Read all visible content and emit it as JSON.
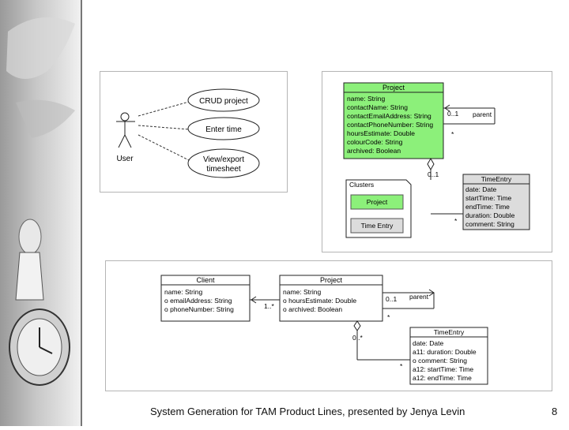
{
  "use_case_diagram": {
    "actor": "User",
    "use_cases": [
      "CRUD project",
      "Enter time",
      "View/export",
      "timesheet"
    ]
  },
  "class_diagram_top": {
    "project": {
      "title": "Project",
      "attributes": [
        "name: String",
        "contactName: String",
        "contactEmailAddress: String",
        "contactPhoneNumber: String",
        "hoursEstimate: Double",
        "colourCode: String",
        "archived: Boolean"
      ]
    },
    "self_assoc": {
      "multiplicity_parent": "0..1",
      "role": "parent",
      "multiplicity_child": "*"
    },
    "below_multiplicity": "0..1",
    "clusters": {
      "title": "Clusters",
      "items": [
        "Project",
        "Time Entry"
      ]
    },
    "time_entry": {
      "title": "TimeEntry",
      "attributes": [
        "date: Date",
        "startTime: Time",
        "endTime: Time",
        "duration: Double",
        "comment: String"
      ]
    },
    "time_entry_multiplicity": "*"
  },
  "class_diagram_bottom": {
    "client": {
      "title": "Client",
      "attributes": [
        "name: String",
        "o emailAddress: String",
        "o phoneNumber: String"
      ]
    },
    "client_project_multiplicity": "1..*",
    "project": {
      "title": "Project",
      "attributes": [
        "name: String",
        "o hoursEstimate: Double",
        "o archived: Boolean"
      ]
    },
    "self_assoc": {
      "multiplicity_parent": "0..1",
      "role": "parent",
      "multiplicity_child": "*"
    },
    "below_multiplicity": "0..*",
    "time_entry": {
      "title": "TimeEntry",
      "attributes": [
        "date: Date",
        "a11: duration: Double",
        "o comment: String",
        "a12: startTime: Time",
        "a12: endTime: Time"
      ]
    },
    "time_entry_multiplicity": "*"
  },
  "footer": {
    "text": "System Generation for TAM Product Lines, presented by Jenya Levin",
    "page": "8"
  },
  "colors": {
    "highlight_green": "#8cf07a",
    "header_grey": "#dcdcdc",
    "line": "#222222"
  }
}
